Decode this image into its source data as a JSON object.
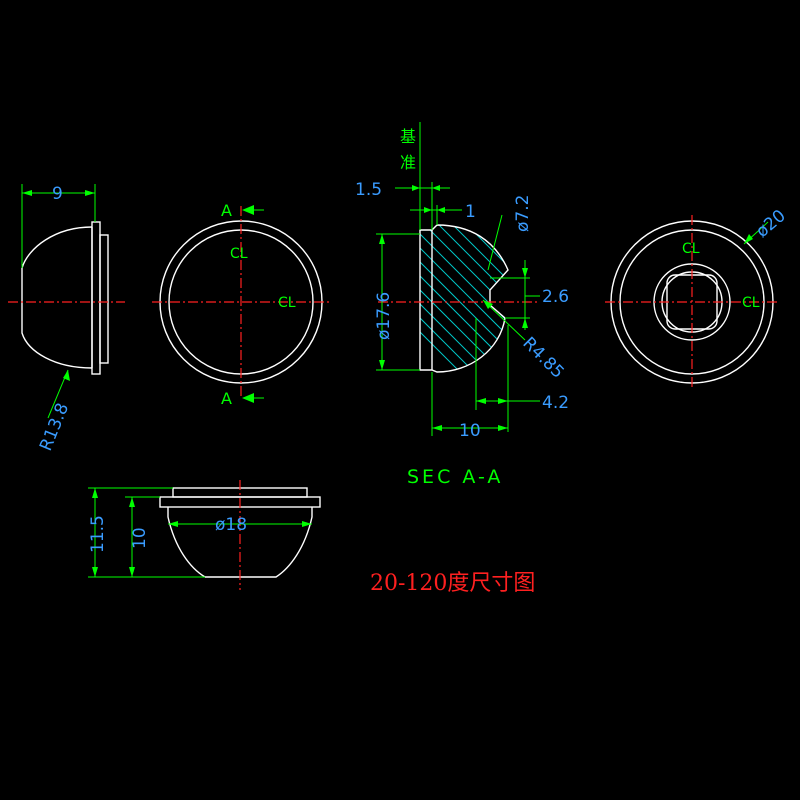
{
  "drawing_title": "20-120度尺寸图",
  "section_label": "SEC A-A",
  "section_marks": {
    "top": "A",
    "bottom": "A"
  },
  "datum_label": {
    "line1": "基",
    "line2": "准"
  },
  "centerline_marks": [
    "CL",
    "CL",
    "CL",
    "CL"
  ],
  "dimensions": {
    "side_width": "9",
    "side_radius": "R13.8",
    "flange_offset": "1.5",
    "flange_thickness": "1",
    "inner_diameter": "ø7.2",
    "outer_diameter": "ø17.6",
    "cavity_depth": "2.6",
    "cavity_radius": "R4.85",
    "cavity_length": "4.2",
    "body_length": "10",
    "rim_diameter": "ø20",
    "bottom_height_total": "11.5",
    "bottom_height_body": "10",
    "bottom_diameter": "ø18"
  },
  "colors": {
    "background": "#000000",
    "outline": "#ffffff",
    "centerline": "#ff2020",
    "dimension_line": "#00ff00",
    "dimension_text": "#3a9cff",
    "hatch": "#00c8c8",
    "title": "#ff2020"
  }
}
